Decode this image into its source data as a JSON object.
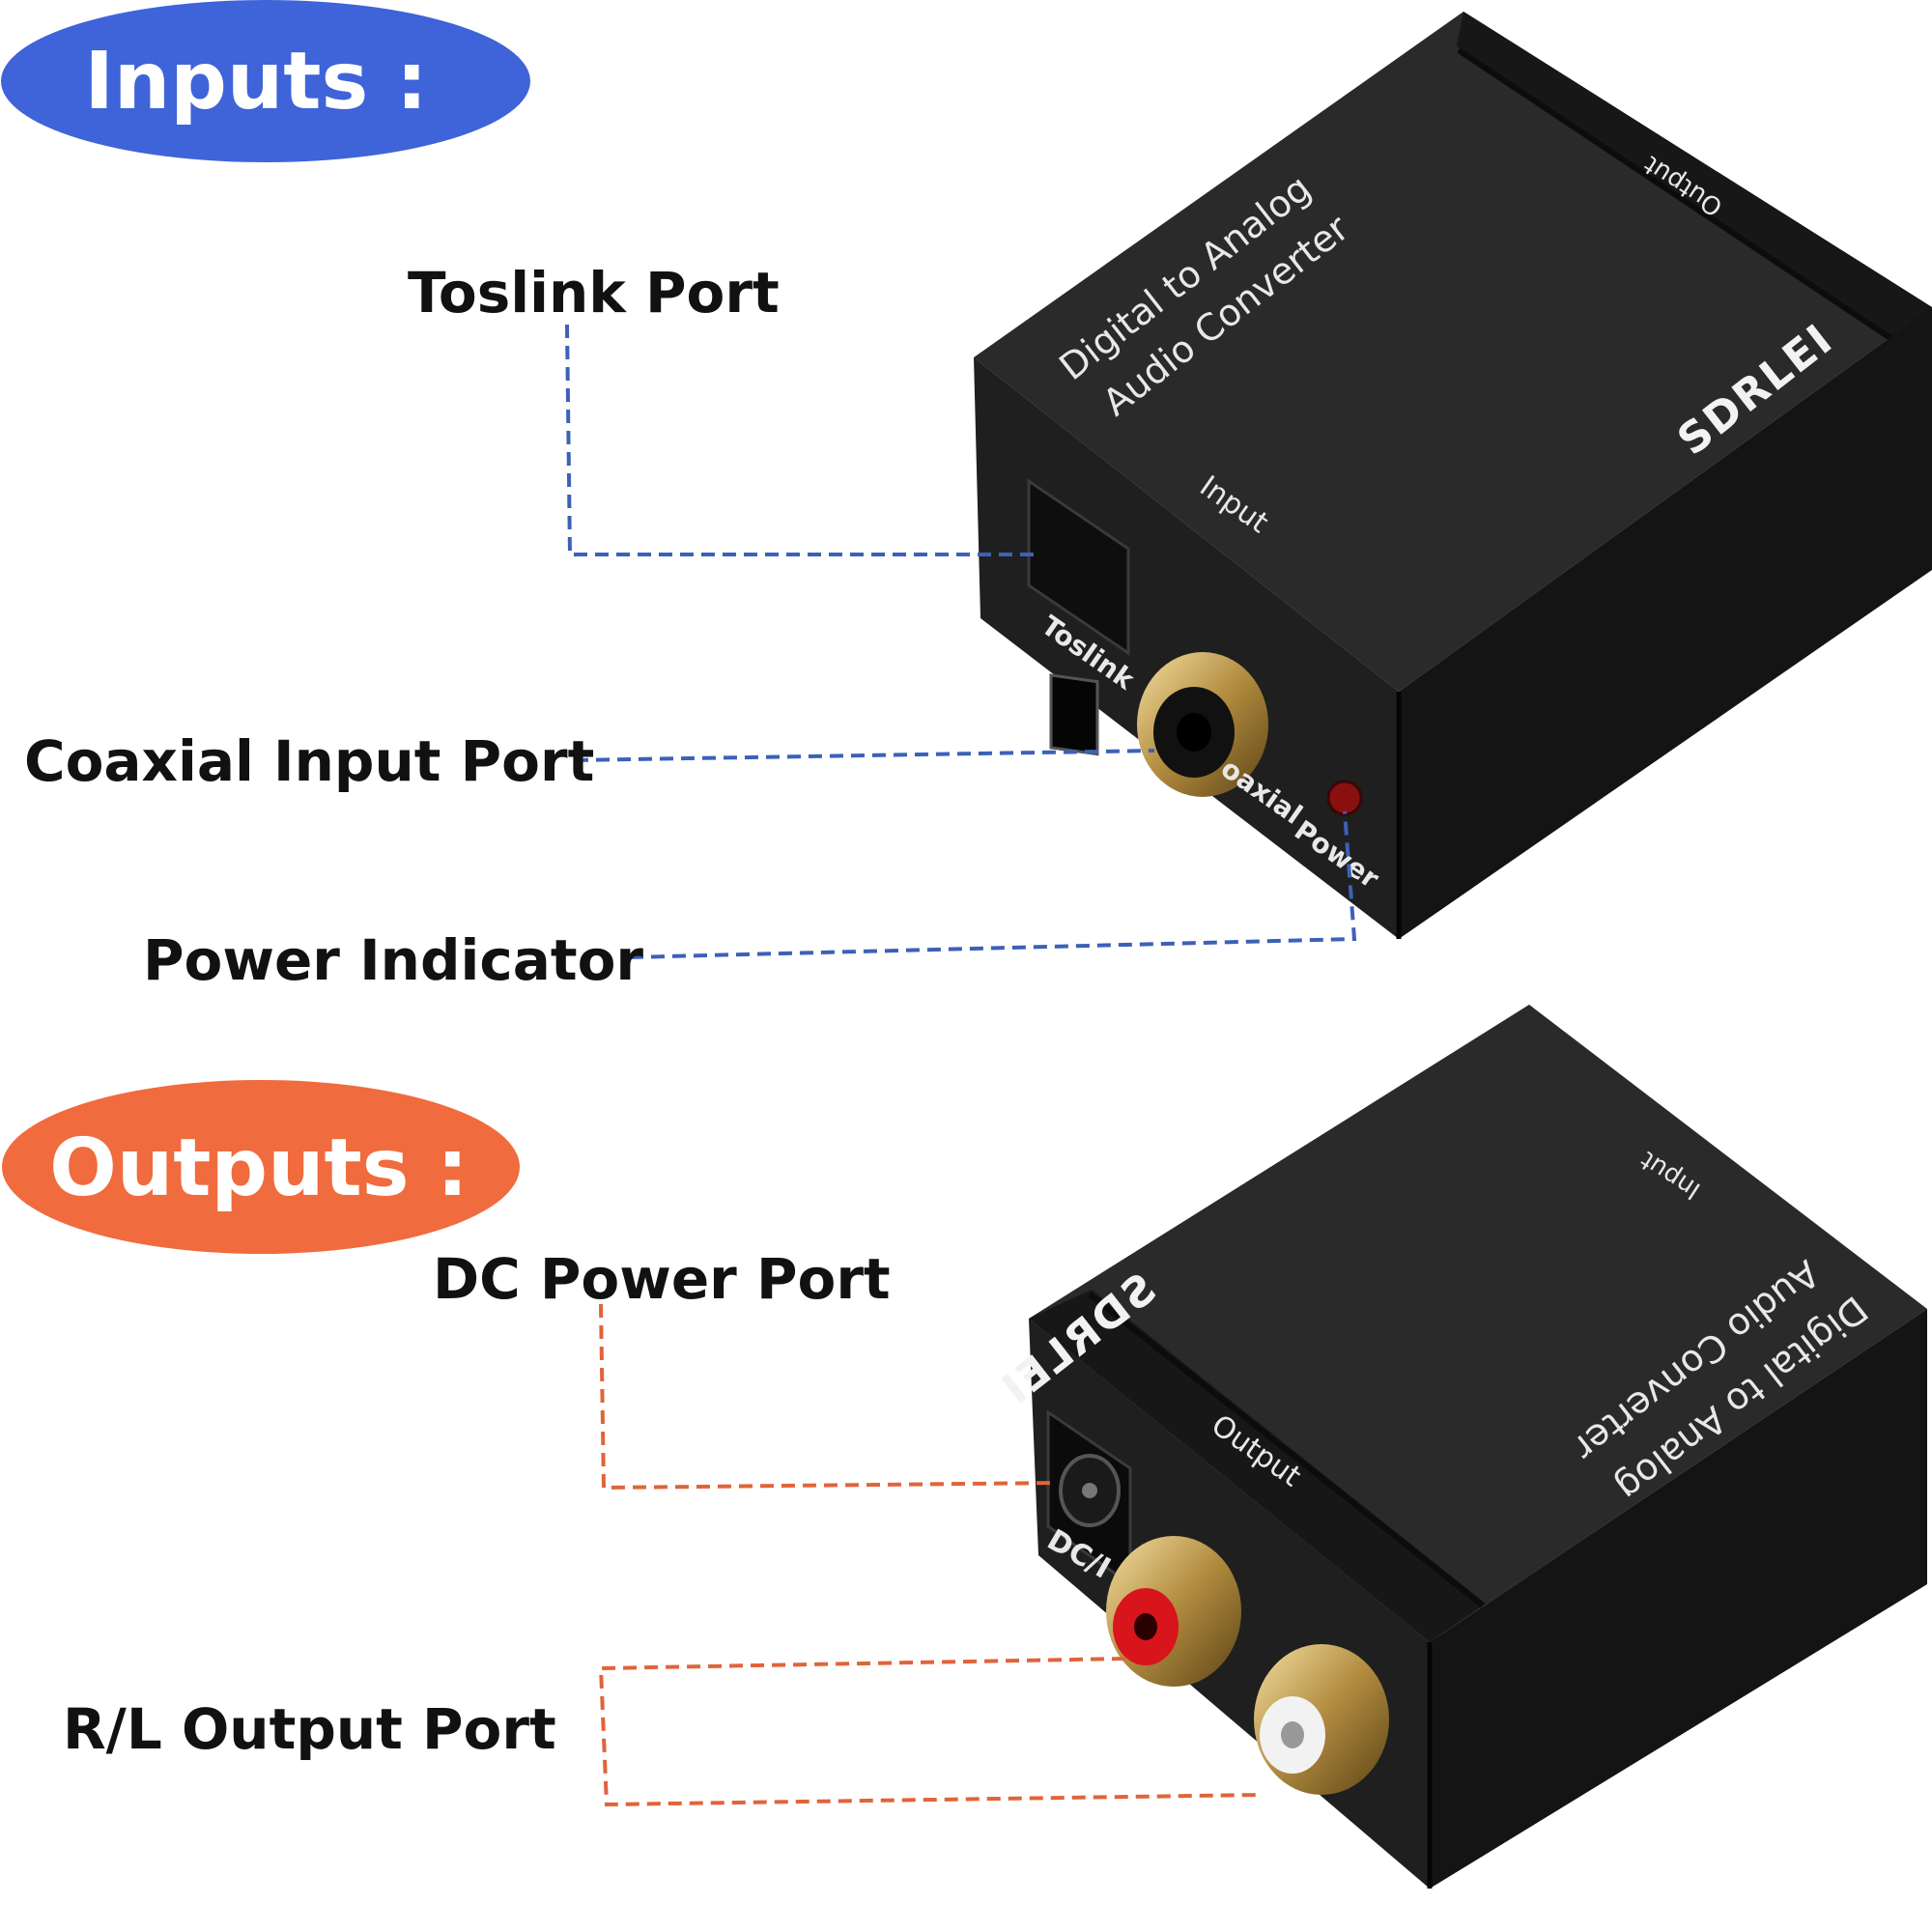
{
  "sections": {
    "inputs": {
      "label": "Inputs :",
      "color": "#3f63d8"
    },
    "outputs": {
      "label": "Outputs :",
      "color": "#f06b3d"
    }
  },
  "callouts": {
    "toslink_port": "Toslink Port",
    "coaxial_input_port": "Coaxial Input Port",
    "power_indicator": "Power Indicator",
    "dc_power_port": "DC Power Port",
    "rl_output_port": "R/L Output Port"
  },
  "device": {
    "brand": "SDRLEI",
    "title_line1": "Digital to Analog",
    "title_line2": "Audio Converter",
    "top_input_label": "Input",
    "top_output_label": "Output",
    "port_toslink": "Toslink",
    "port_coaxial": "oaxial",
    "port_power": "Power",
    "port_dc": "DC/I",
    "body_color": "#1f1f1f"
  },
  "leader_colors": {
    "inputs": "#3d60b8",
    "outputs": "#e0643a"
  }
}
